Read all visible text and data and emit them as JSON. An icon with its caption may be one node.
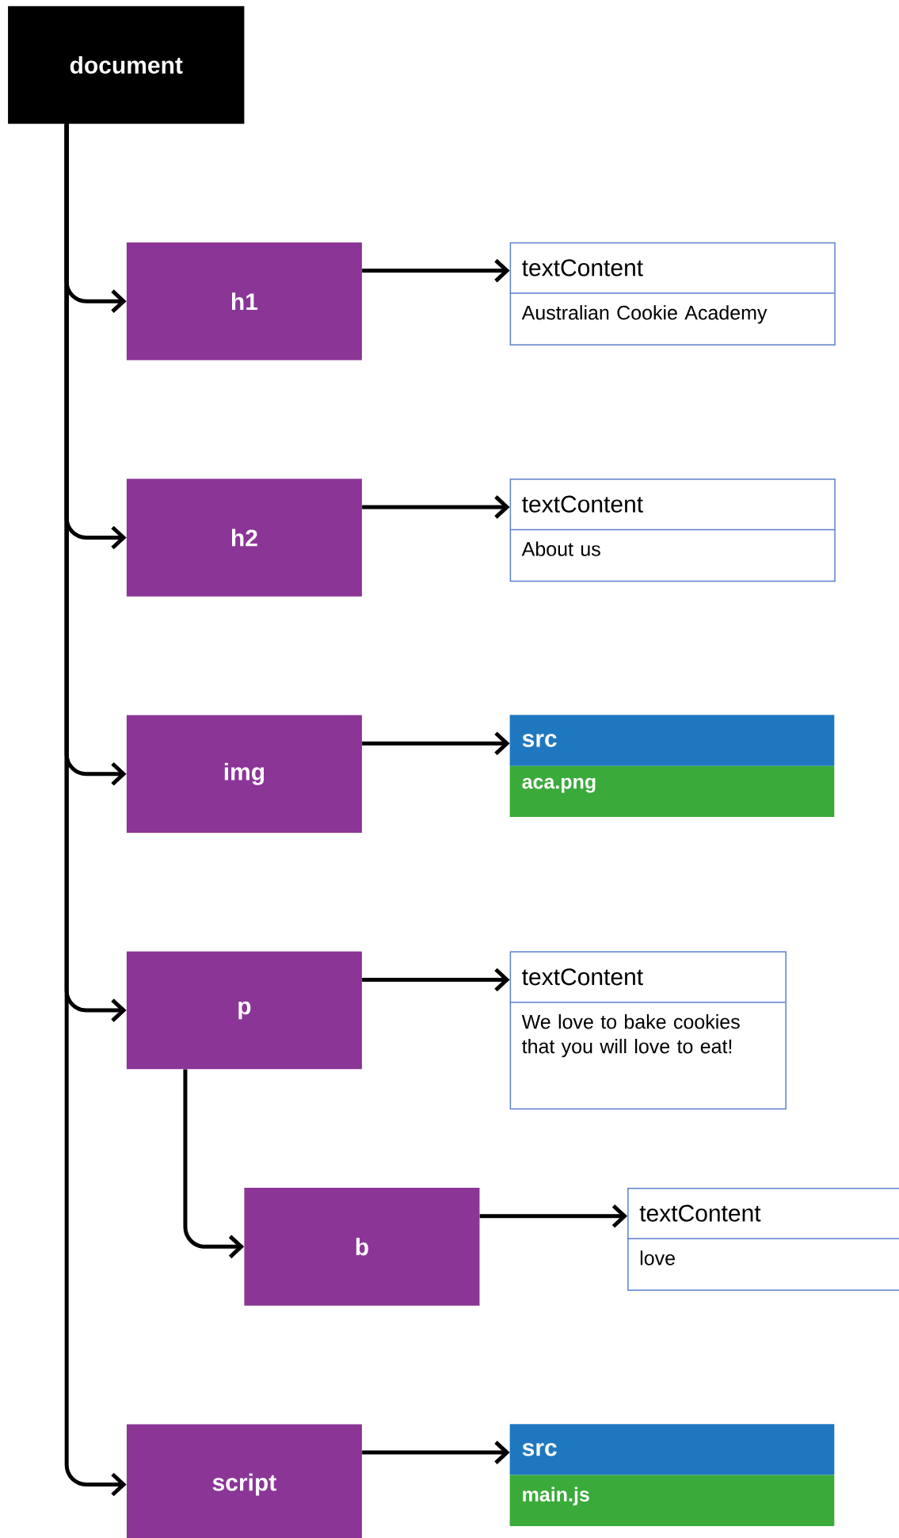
{
  "diagram": {
    "nodes": [
      {
        "text": [
          "document"
        ]
      },
      {
        "text": [
          "h1"
        ]
      },
      {
        "text": [
          "textContent",
          "Australian Cookie Academy"
        ]
      },
      {
        "text": [
          "h2"
        ]
      },
      {
        "text": [
          "textContent",
          "About us"
        ]
      },
      {
        "text": [
          "img"
        ]
      },
      {
        "text": [
          "src",
          "aca.png"
        ]
      },
      {
        "text": [
          "p"
        ]
      },
      {
        "text": [
          "textContent",
          "We love to bake cookies that you will love to eat!"
        ]
      },
      {
        "text": [
          "b"
        ]
      },
      {
        "text": [
          "textContent",
          "love"
        ]
      },
      {
        "text": [
          "script"
        ]
      },
      {
        "text": [
          "src",
          "main.js"
        ]
      }
    ],
    "edges": [
      {
        "from": 0,
        "to": 1,
        "arrow": "to"
      },
      {
        "from": 1,
        "to": 2,
        "arrow": "to"
      },
      {
        "from": 0,
        "to": 3,
        "arrow": "to"
      },
      {
        "from": 3,
        "to": 4,
        "arrow": "to"
      },
      {
        "from": 0,
        "to": 5,
        "arrow": "to"
      },
      {
        "from": 5,
        "to": 6,
        "arrow": "to"
      },
      {
        "from": 0,
        "to": 7,
        "arrow": "to"
      },
      {
        "from": 7,
        "to": 8,
        "arrow": "to"
      },
      {
        "from": 7,
        "to": 9,
        "arrow": "to"
      },
      {
        "from": 9,
        "to": 10,
        "arrow": "to"
      },
      {
        "from": 0,
        "to": 11,
        "arrow": "to"
      },
      {
        "from": 11,
        "to": 12,
        "arrow": "to"
      }
    ]
  }
}
